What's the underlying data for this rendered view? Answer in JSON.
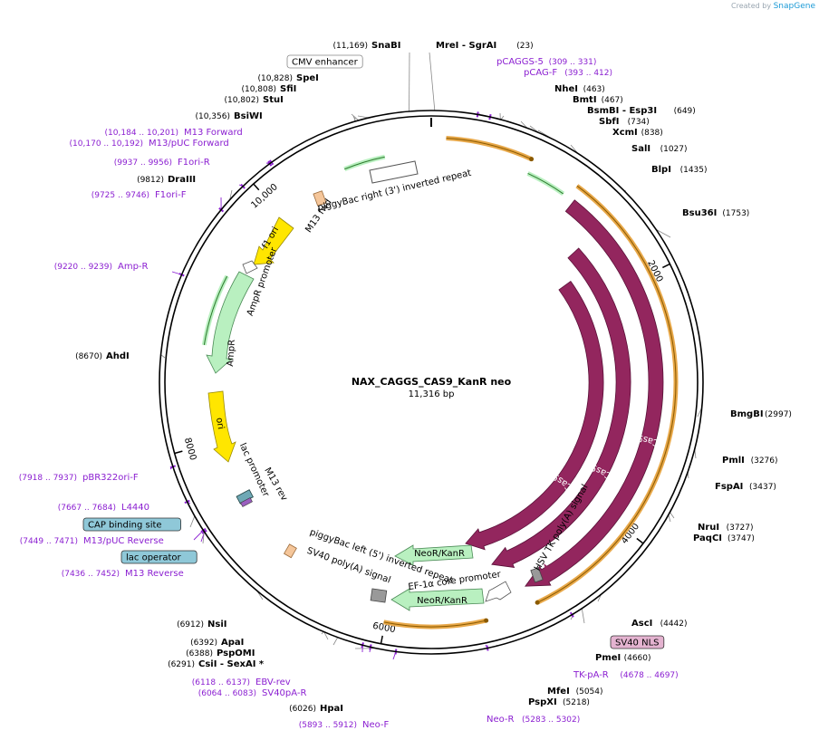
{
  "watermark": {
    "prefix": "Created by",
    "brand": "SnapGene"
  },
  "plasmid": {
    "name": "NAX_CAGGS_CAS9_KanR neo",
    "size": "11,316 bp",
    "length": 11316
  },
  "ticks": [
    "2000",
    "4000",
    "6000",
    "8000",
    "10,000"
  ],
  "enzymes": [
    {
      "name": "SnaBI",
      "pos": "(11,169)"
    },
    {
      "name": "MreI  - SgrAI",
      "pos": "(23)"
    },
    {
      "name": "SpeI",
      "pos": "(10,828)"
    },
    {
      "name": "SfiI",
      "pos": "(10,808)"
    },
    {
      "name": "StuI",
      "pos": "(10,802)"
    },
    {
      "name": "BsiWI",
      "pos": "(10,356)"
    },
    {
      "name": "NheI",
      "pos": "(463)"
    },
    {
      "name": "BmtI",
      "pos": "(467)"
    },
    {
      "name": "BsmBI  - Esp3I",
      "pos": "(649)"
    },
    {
      "name": "SbfI",
      "pos": "(734)"
    },
    {
      "name": "XcmI",
      "pos": "(838)"
    },
    {
      "name": "SalI",
      "pos": "(1027)"
    },
    {
      "name": "BlpI",
      "pos": "(1435)"
    },
    {
      "name": "Bsu36I",
      "pos": "(1753)"
    },
    {
      "name": "DraIII",
      "pos": "(9812)"
    },
    {
      "name": "AhdI",
      "pos": "(8670)"
    },
    {
      "name": "BmgBI",
      "pos": "(2997)"
    },
    {
      "name": "PmlI",
      "pos": "(3276)"
    },
    {
      "name": "FspAI",
      "pos": "(3437)"
    },
    {
      "name": "NruI",
      "pos": "(3727)"
    },
    {
      "name": "PaqCI",
      "pos": "(3747)"
    },
    {
      "name": "AscI",
      "pos": "(4442)"
    },
    {
      "name": "PmeI",
      "pos": "(4660)"
    },
    {
      "name": "MfeI",
      "pos": "(5054)"
    },
    {
      "name": "PspXI",
      "pos": "(5218)"
    },
    {
      "name": "NsiI",
      "pos": "(6912)"
    },
    {
      "name": "ApaI",
      "pos": "(6392)"
    },
    {
      "name": "PspOMI",
      "pos": "(6388)"
    },
    {
      "name": "CsiI  - SexAI *",
      "pos": "(6291)"
    },
    {
      "name": "HpaI",
      "pos": "(6026)"
    }
  ],
  "primers": [
    {
      "name": "pCAGGS-5",
      "pos": "(309 .. 331)"
    },
    {
      "name": "pCAG-F",
      "pos": "(393 .. 412)"
    },
    {
      "name": "M13 Forward",
      "pos": "(10,184 .. 10,201)"
    },
    {
      "name": "M13/pUC Forward",
      "pos": "(10,170 .. 10,192)"
    },
    {
      "name": "F1ori-R",
      "pos": "(9937 .. 9956)"
    },
    {
      "name": "F1ori-F",
      "pos": "(9725 .. 9746)"
    },
    {
      "name": "Amp-R",
      "pos": "(9220 .. 9239)"
    },
    {
      "name": "pBR322ori-F",
      "pos": "(7918 .. 7937)"
    },
    {
      "name": "L4440",
      "pos": "(7667 .. 7684)"
    },
    {
      "name": "M13/pUC Reverse",
      "pos": "(7449 .. 7471)"
    },
    {
      "name": "M13 Reverse",
      "pos": "(7436 .. 7452)"
    },
    {
      "name": "EBV-rev",
      "pos": "(6118 .. 6137)"
    },
    {
      "name": "SV40pA-R",
      "pos": "(6064 .. 6083)"
    },
    {
      "name": "Neo-F",
      "pos": "(5893 .. 5912)"
    },
    {
      "name": "Neo-R",
      "pos": "(5283 .. 5302)"
    },
    {
      "name": "TK-pA-R",
      "pos": "(4678 .. 4697)"
    }
  ],
  "boxed_features": [
    {
      "name": "CMV enhancer"
    },
    {
      "name": "CAP binding site"
    },
    {
      "name": "lac operator"
    },
    {
      "name": "SV40 NLS"
    }
  ],
  "features": [
    {
      "name": "piggyBac right (3') inverted repeat"
    },
    {
      "name": "M13 fwd"
    },
    {
      "name": "f1 ori"
    },
    {
      "name": "AmpR promoter"
    },
    {
      "name": "AmpR"
    },
    {
      "name": "ori"
    },
    {
      "name": "lac promoter"
    },
    {
      "name": "M13 rev"
    },
    {
      "name": "Cas9"
    },
    {
      "name": "Cas9"
    },
    {
      "name": "Cas9"
    },
    {
      "name": "HSV TK poly(A) signal"
    },
    {
      "name": "NeoR/KanR"
    },
    {
      "name": "NeoR/KanR"
    },
    {
      "name": "EF-1α core promoter"
    },
    {
      "name": "piggyBac left (5') inverted repeat"
    },
    {
      "name": "SV40 poly(A) signal"
    }
  ],
  "colors": {
    "cas9": "#93265e",
    "orf": "#e8a849",
    "green": "#b9f0c0",
    "yellow": "#ffe600",
    "primer": "#8b1fd1",
    "nlsBox": "#e4b3d0",
    "blueBox": "#8fc8d8"
  }
}
